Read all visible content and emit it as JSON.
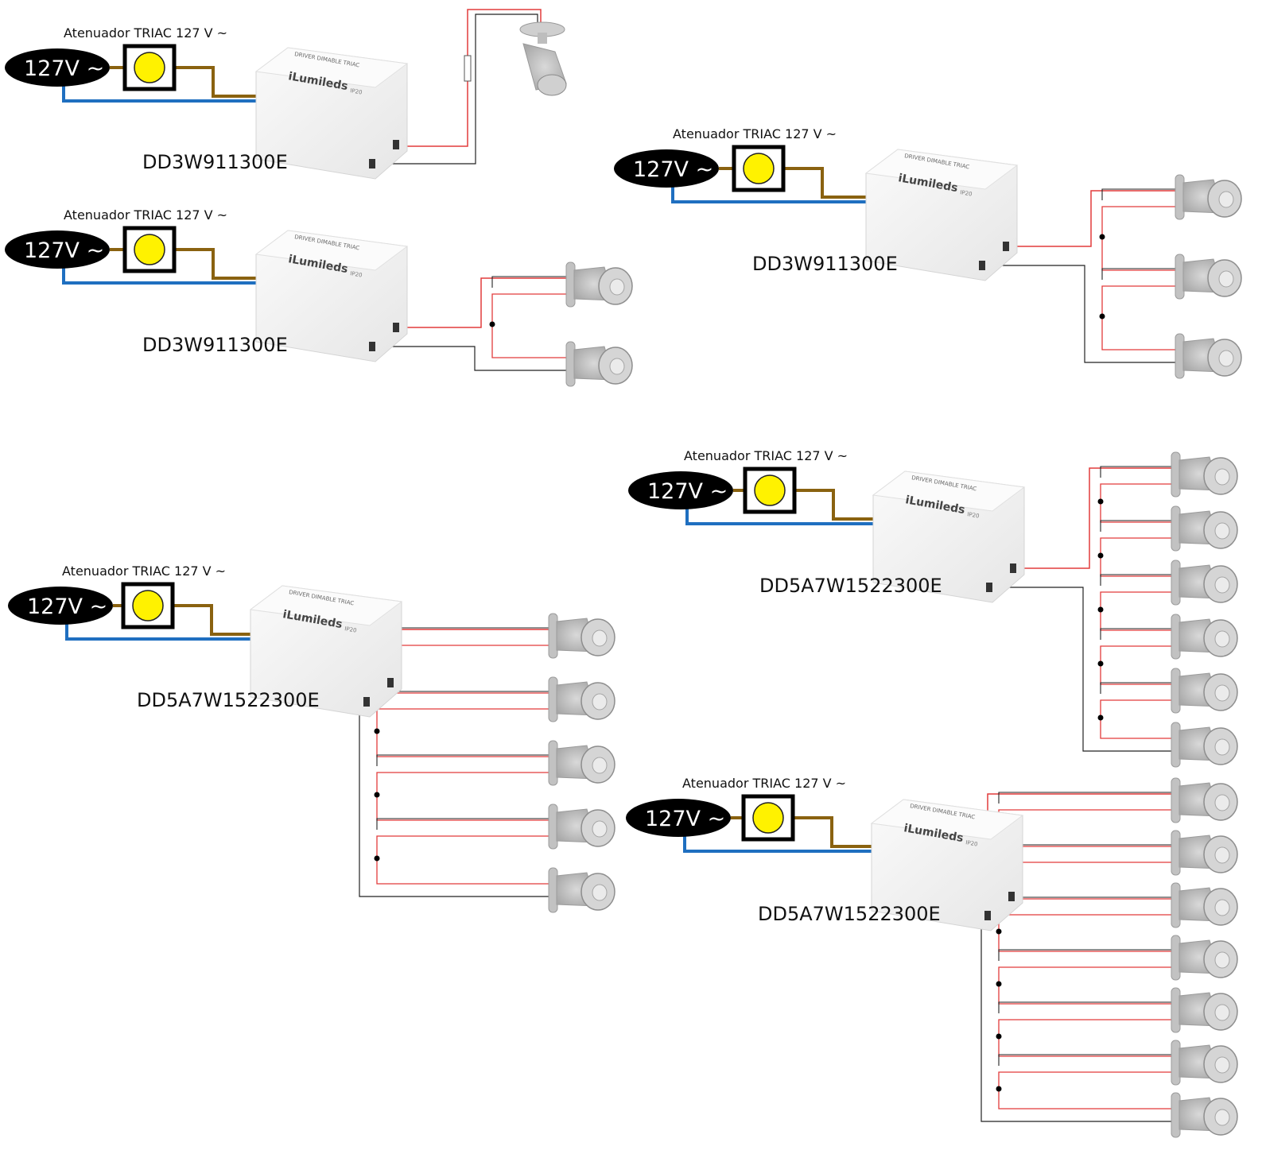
{
  "diagram": {
    "title": "",
    "colors": {
      "neutral_wire": "#1f6fc0",
      "phase_wire": "#8a6210",
      "led_positive": "#e23b3b",
      "led_negative": "#222222",
      "dimmer_knob": "#fff200",
      "source_fill": "#000000",
      "driver_body": "#f2f2f2",
      "spotlight": "#b9b9b9"
    },
    "icons": [
      "ac-source-icon",
      "dimmer-knob-icon",
      "led-driver-icon",
      "spotlight-icon",
      "junction-dot-icon"
    ],
    "driver_labels": {
      "brand": "iLumileds",
      "header": "DRIVER DIMABLE TRIAC",
      "rating": "IP20"
    },
    "circuits": [
      {
        "id": "c1",
        "source_label": "127V ~",
        "dimmer_label": "Atenuador TRIAC 127 V ~",
        "driver_model": "DD3W911300E",
        "lamps": 1
      },
      {
        "id": "c2",
        "source_label": "127V ~",
        "dimmer_label": "Atenuador TRIAC 127 V ~",
        "driver_model": "DD3W911300E",
        "lamps": 2
      },
      {
        "id": "c3",
        "source_label": "127V ~",
        "dimmer_label": "Atenuador TRIAC 127 V ~",
        "driver_model": "DD3W911300E",
        "lamps": 3
      },
      {
        "id": "c4",
        "source_label": "127V ~",
        "dimmer_label": "Atenuador TRIAC 127 V ~",
        "driver_model": "DD5A7W1522300E",
        "lamps": 5
      },
      {
        "id": "c5",
        "source_label": "127V ~",
        "dimmer_label": "Atenuador TRIAC 127 V ~",
        "driver_model": "DD5A7W1522300E",
        "lamps": 6
      },
      {
        "id": "c6",
        "source_label": "127V ~",
        "dimmer_label": "Atenuador TRIAC 127 V ~",
        "driver_model": "DD5A7W1522300E",
        "lamps": 7
      }
    ]
  }
}
